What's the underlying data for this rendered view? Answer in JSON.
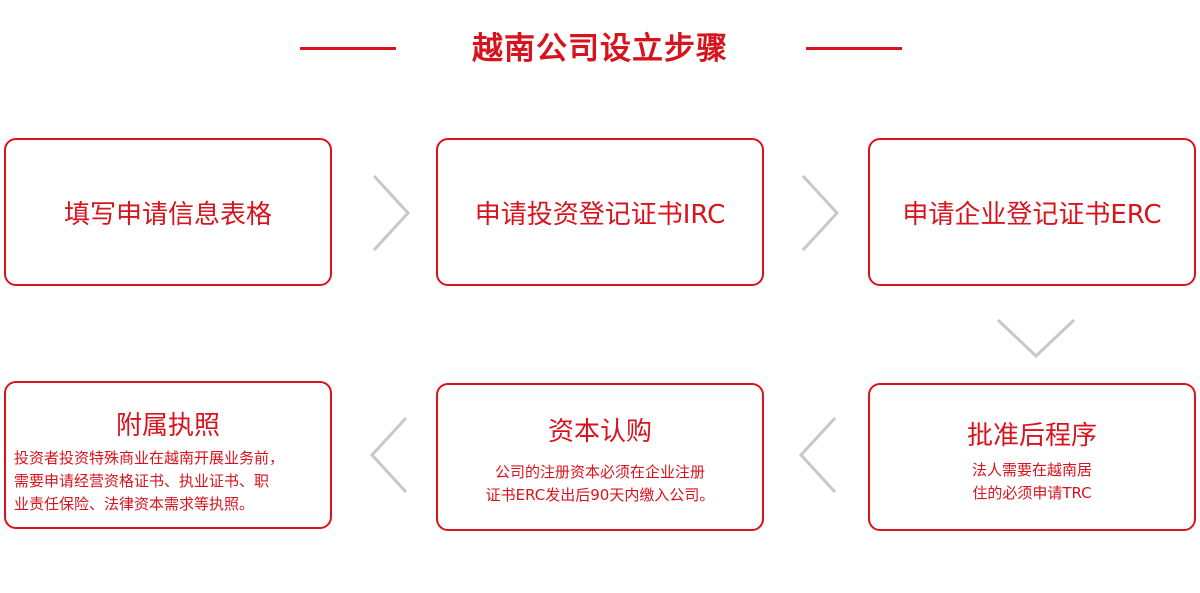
{
  "title": "越南公司设立步骤",
  "steps": [
    {
      "label": "填写申请信息表格"
    },
    {
      "label": "申请投资登记证书IRC"
    },
    {
      "label": "申请企业登记证书ERC"
    },
    {
      "label": "批准后程序",
      "desc": [
        "法人需要在越南居",
        "住的必须申请TRC"
      ]
    },
    {
      "label": "资本认购",
      "desc": [
        "公司的注册资本必须在企业注册",
        "证书ERC发出后90天内缴入公司。"
      ]
    },
    {
      "label": "附属执照",
      "desc": [
        "投资者投资特殊商业在越南开展业务前，",
        "需要申请经营资格证书、执业证书、职",
        "业责任保险、法律资本需求等执照。"
      ]
    }
  ],
  "colors": {
    "accent": "#d7141e",
    "arrow": "#c8c8c8"
  }
}
